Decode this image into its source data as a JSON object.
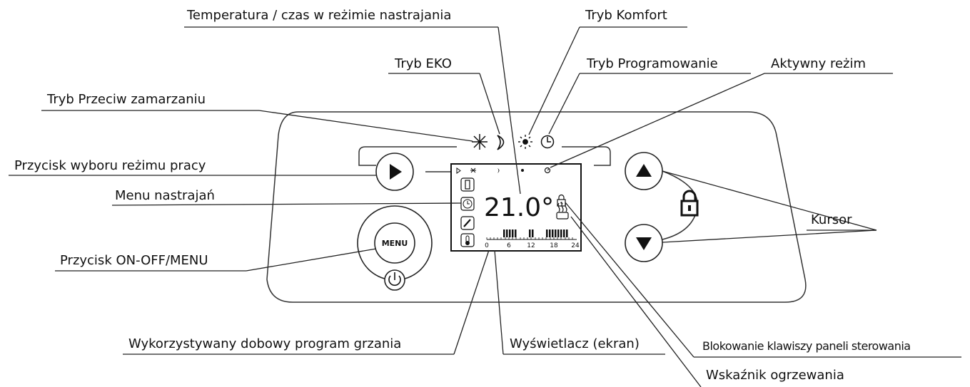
{
  "labels": {
    "setting_value": "Temperatura / czas w reżimie nastrajania",
    "comfort": "Tryb Komfort",
    "eco": "Tryb EKO",
    "programming": "Tryb Programowanie",
    "active_mode": "Aktywny reżim",
    "antifreeze": "Tryb Przeciw zamarzaniu",
    "mode_button": "Przycisk wyboru reżimu pracy",
    "settings_menu": "Menu nastrajań",
    "onoff_menu": "Przycisk ON-OFF/MENU",
    "cursor": "Kursor",
    "daily_program": "Wykorzystywany dobowy program grzania",
    "display": "Wyświetlacz (ekran)",
    "key_lock": "Blokowanie klawiszy paneli sterowania",
    "heating_indicator": "Wskaźnik ogrzewania"
  },
  "panel": {
    "menu_button": "MENU",
    "temperature": "21.0°",
    "hour_ticks": [
      "0",
      "6",
      "12",
      "18",
      "24"
    ]
  },
  "icons": {
    "mode_icons": [
      "snowflake-icon",
      "moon-icon",
      "sun-icon",
      "clock-icon"
    ],
    "menu_icons": [
      "door-icon",
      "clock-icon",
      "wrench-icon",
      "thermometer-icon"
    ],
    "cursor": [
      "arrow-up-icon",
      "arrow-down-icon"
    ],
    "status": [
      "lock-icon",
      "heating-icon",
      "power-icon",
      "play-icon"
    ]
  }
}
